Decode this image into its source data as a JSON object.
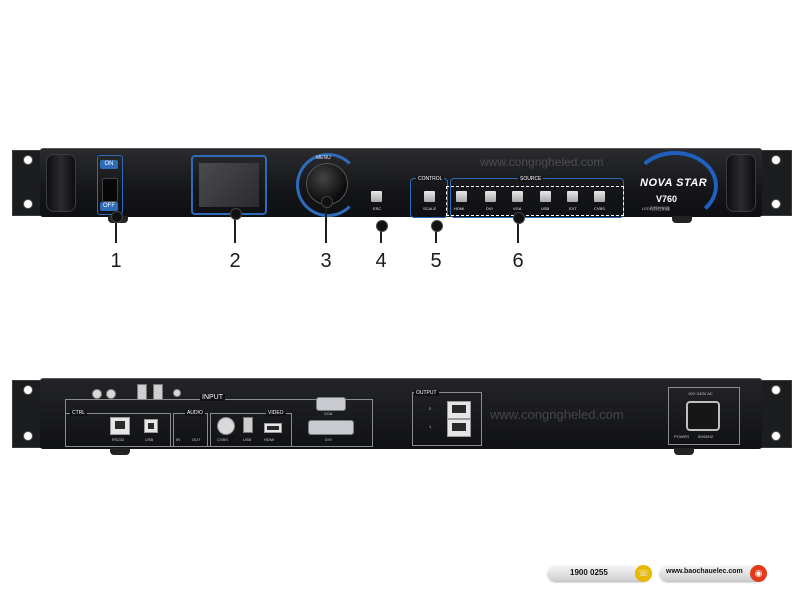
{
  "front_panel": {
    "power_on": "ON",
    "power_off": "OFF",
    "menu": "MENU",
    "esc": "ESC",
    "control": "CONTROL",
    "scale": "SCALE",
    "source": "SOURCE",
    "source_buttons": [
      "HDMI",
      "DVI",
      "VGA",
      "USB",
      "EXT",
      "CVBS"
    ],
    "brand": "NOVA STAR",
    "model": "V760",
    "model_sub": "LED视频控制器",
    "watermark": "www.congngheled.com"
  },
  "callouts": [
    "1",
    "2",
    "3",
    "4",
    "5",
    "6"
  ],
  "rear_panel": {
    "input": "INPUT",
    "ctrl": "CTRL",
    "audio": "AUDIO",
    "video": "VIDEO",
    "output": "OUTPUT",
    "output_ports": [
      "2",
      "1"
    ],
    "ctrl_ports": [
      "RS232",
      "USB"
    ],
    "audio_ports": [
      "IN",
      "OUT"
    ],
    "video_ports": [
      "CVBS",
      "USB",
      "HDMI"
    ],
    "vga": "VGA",
    "dvi": "DVI",
    "power_rating": "100~240V AC",
    "power_labels": [
      "POWER",
      "50/60HZ"
    ],
    "watermark": "www.congngheled.com"
  },
  "footer": {
    "phone": "1900 0255",
    "website": "www.baochauelec.com",
    "phone_icon": "phone-icon",
    "globe_icon": "globe-icon",
    "accent": "#e8b800",
    "accent2": "#e23a1a"
  }
}
